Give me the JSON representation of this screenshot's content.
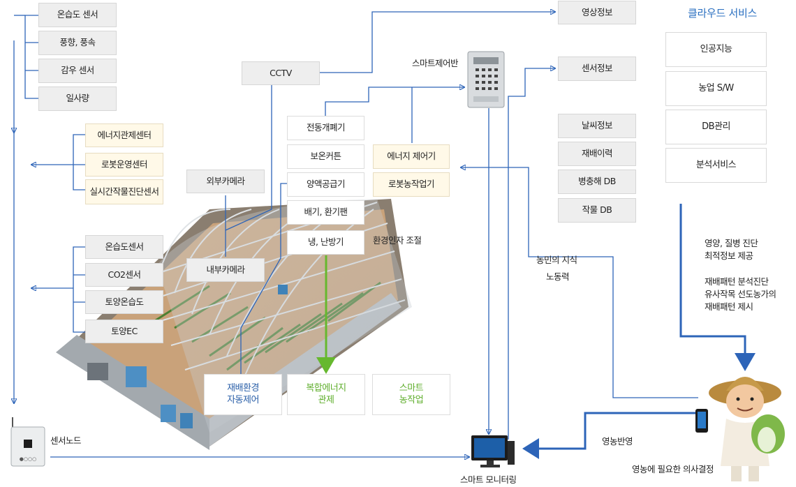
{
  "weather_sensors": [
    "온습도 센서",
    "풍향, 풍속",
    "감우 센서",
    "일사량"
  ],
  "centers": [
    "에너지관제센터",
    "로봇운영센터",
    "실시간작물진단센서"
  ],
  "inner_sensors": [
    "온습도센서",
    "CO2센서",
    "토양온습도",
    "토양EC"
  ],
  "cctv": "CCTV",
  "external_camera": "외부카메라",
  "internal_camera": "내부카메라",
  "actuators": [
    "전동개폐기",
    "보온커튼",
    "양액공급기",
    "배기, 환기팬",
    "냉, 난방기"
  ],
  "env_adjust": "환경인자 조절",
  "controllers": [
    "에너지 제어기",
    "로봇농작업기"
  ],
  "smart_panel": "스마트제어반",
  "info_top": [
    "영상정보",
    "센서정보"
  ],
  "db_items": [
    "날씨정보",
    "재배이력",
    "병충해 DB",
    "작물 DB"
  ],
  "cloud": {
    "title": "클라우드 서비스",
    "items": [
      "인공지능",
      "농업 S/W",
      "DB관리",
      "분석서비스"
    ],
    "note1": [
      "영양, 질병 진단",
      "최적정보 제공"
    ],
    "note2": [
      "재배패턴 분석진단",
      "유사작목 선도농가의",
      "재배패턴 제시"
    ]
  },
  "bottom": {
    "auto_control": [
      "재배환경",
      "자동제어"
    ],
    "energy_control": [
      "복합에너지",
      "관제"
    ],
    "smart_farming": [
      "스마트",
      "농작업"
    ]
  },
  "farmer_knowledge": "농민의 지식",
  "labor": "노동력",
  "sensor_node": "센서노드",
  "smart_monitor": "스마트 모니터링",
  "farm_reflect": "영농반영",
  "farm_decision": "영농에 필요한 의사결정",
  "colors": {
    "line": "#2d64b8",
    "accent": "#2a6fc0",
    "green": "#5fae2c",
    "cream": "#fff9e8"
  }
}
